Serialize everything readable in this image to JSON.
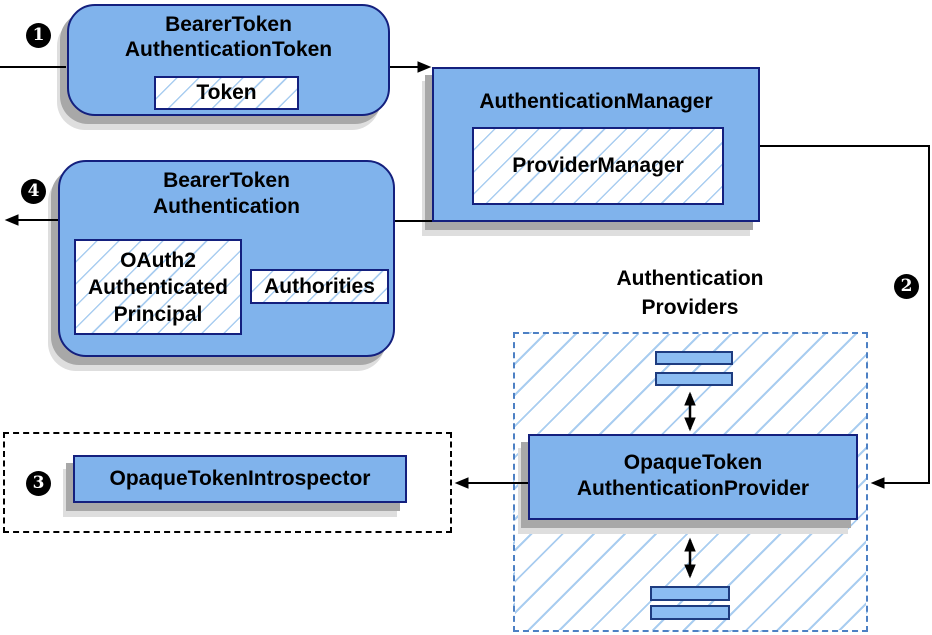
{
  "colors": {
    "node_fill": "#80b3ec",
    "node_border": "#14207e",
    "bar_fill": "#8cbdf2",
    "bar_border": "#1e3c80",
    "hatch": "#a9cdf0",
    "region_border": "#4d80c4",
    "shadow1": "#a8a8a8",
    "shadow2": "#dedede",
    "arrow": "#000000",
    "badge_bg": "#000000",
    "badge_fg": "#ffffff"
  },
  "nodes": {
    "bearer_token_authentication_token": {
      "title_line1": "BearerToken",
      "title_line2": "AuthenticationToken",
      "token_label": "Token"
    },
    "authentication_manager": {
      "title": "AuthenticationManager",
      "provider_manager_label": "ProviderManager"
    },
    "bearer_token_authentication": {
      "title_line1": "BearerToken",
      "title_line2": "Authentication",
      "principal_line1": "OAuth2",
      "principal_line2": "Authenticated",
      "principal_line3": "Principal",
      "authorities_label": "Authorities"
    },
    "introspector": {
      "label": "OpaqueTokenIntrospector"
    },
    "providers": {
      "title_line1": "Authentication",
      "title_line2": "Providers",
      "provider_line1": "OpaqueToken",
      "provider_line2": "AuthenticationProvider"
    }
  },
  "badges": {
    "step1": "1",
    "step2": "2",
    "step3": "3",
    "step4": "4"
  }
}
